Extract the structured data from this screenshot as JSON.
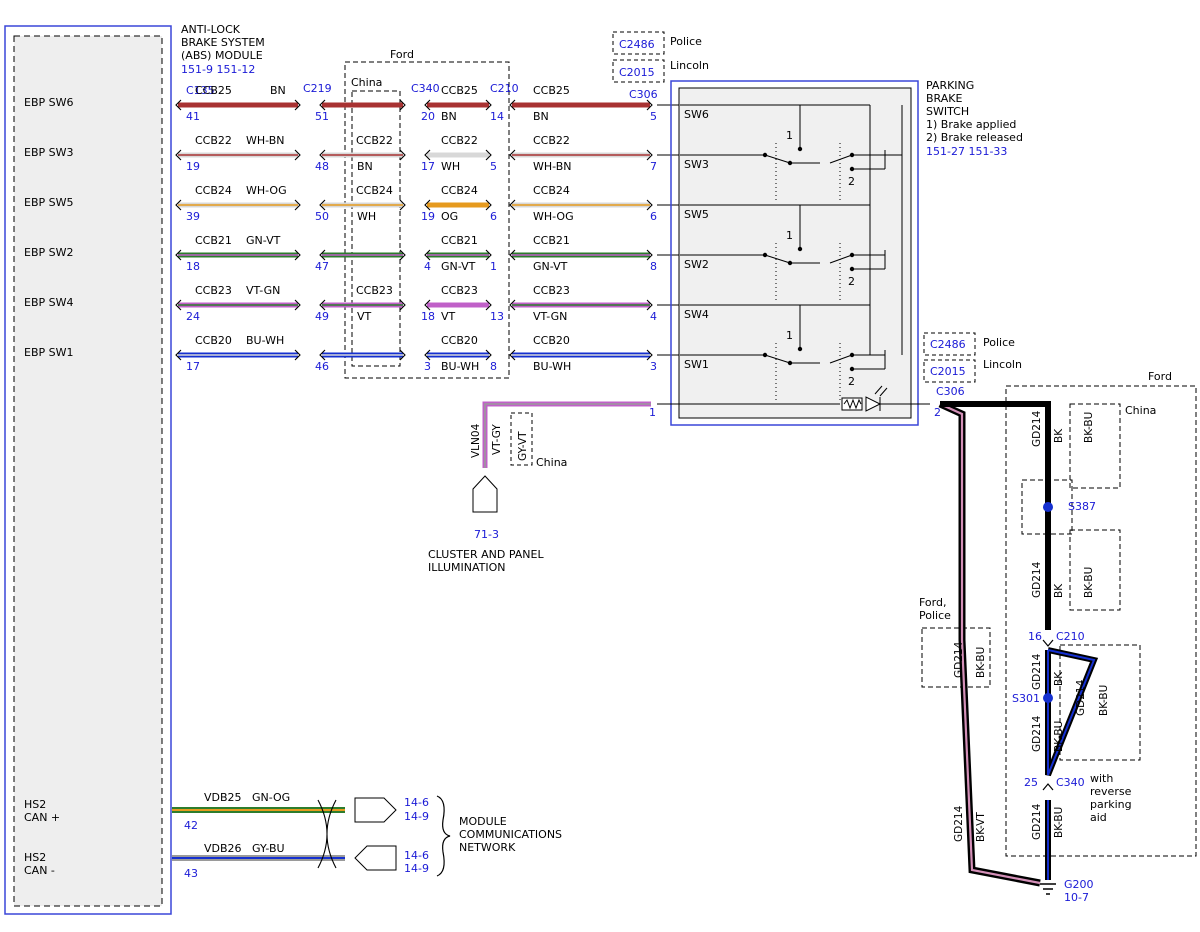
{
  "colors": {
    "blue_box": "#3a46d8",
    "connector_num": "#1a1ad6",
    "BN": "#a83232",
    "WH": "#d8d8d8",
    "OG": "#e69a1e",
    "GN": "#2d7d2d",
    "VT": "#c060c8",
    "BU": "#1530d0",
    "BK": "#000000",
    "GY": "#9a9a9a",
    "PK": "#d490b8"
  },
  "abs_module": {
    "title_lines": [
      "ANTI-LOCK",
      "BRAKE SYSTEM",
      "(ABS) MODULE"
    ],
    "refs": "151-9   151-12",
    "pins": [
      "EBP SW6",
      "EBP SW3",
      "EBP SW5",
      "EBP SW2",
      "EBP SW4",
      "EBP SW1"
    ],
    "can_hi": [
      "HS2",
      "CAN +"
    ],
    "can_lo": [
      "HS2",
      "CAN -"
    ]
  },
  "region_labels": {
    "ford_top": "Ford",
    "china_top": "China",
    "police1": "Police",
    "lincoln1": "Lincoln",
    "police2": "Police",
    "lincoln2": "Lincoln",
    "ford_right": "Ford",
    "china_right": "China",
    "china_bottom": "China",
    "ford_police": [
      "Ford,",
      "Police"
    ],
    "reverse_aid": [
      "with",
      "reverse",
      "parking",
      "aid"
    ]
  },
  "connectors": {
    "c135": "C135",
    "c219": "C219",
    "c340": "C340",
    "c210": "C210",
    "c306": "C306",
    "c2486": "C2486",
    "c2015": "C2015",
    "c306b": "C306",
    "c2486b": "C2486",
    "c2015b": "C2015",
    "c210b": "C210",
    "c340b": "C340"
  },
  "wires": [
    {
      "circuit": "CCB25",
      "color": "BN",
      "p135": "41",
      "p219": "51",
      "mid_circuit": "CCB25",
      "p340": "20",
      "c340_color": "BN",
      "p210": "14",
      "r_circuit": "CCB25",
      "r_color": "BN",
      "p306": "5",
      "china_circuit": "",
      "china_color": ""
    },
    {
      "circuit": "CCB22",
      "color": "WH-BN",
      "p135": "19",
      "p219": "48",
      "mid_circuit": "CCB22",
      "p340": "17",
      "c340_color": "WH",
      "p210": "5",
      "r_circuit": "CCB22",
      "r_color": "WH-BN",
      "p306": "7",
      "china_circuit": "CCB22",
      "china_color": "BN"
    },
    {
      "circuit": "CCB24",
      "color": "WH-OG",
      "p135": "39",
      "p219": "50",
      "mid_circuit": "CCB24",
      "p340": "19",
      "c340_color": "OG",
      "p210": "6",
      "r_circuit": "CCB24",
      "r_color": "WH-OG",
      "p306": "6",
      "china_circuit": "CCB24",
      "china_color": "WH"
    },
    {
      "circuit": "CCB21",
      "color": "GN-VT",
      "p135": "18",
      "p219": "47",
      "mid_circuit": "CCB21",
      "p340": "4",
      "c340_color": "GN-VT",
      "p210": "1",
      "r_circuit": "CCB21",
      "r_color": "GN-VT",
      "p306": "8",
      "china_circuit": "",
      "china_color": ""
    },
    {
      "circuit": "CCB23",
      "color": "VT-GN",
      "p135": "24",
      "p219": "49",
      "mid_circuit": "CCB23",
      "p340": "18",
      "c340_color": "VT",
      "p210": "13",
      "r_circuit": "CCB23",
      "r_color": "VT-GN",
      "p306": "4",
      "china_circuit": "CCB23",
      "china_color": "VT"
    },
    {
      "circuit": "CCB20",
      "color": "BU-WH",
      "p135": "17",
      "p219": "46",
      "mid_circuit": "CCB20",
      "p340": "3",
      "c340_color": "BU-WH",
      "p210": "8",
      "r_circuit": "CCB20",
      "r_color": "BU-WH",
      "p306": "3",
      "china_circuit": "",
      "china_color": ""
    }
  ],
  "switch": {
    "title_lines": [
      "PARKING",
      "BRAKE",
      "SWITCH"
    ],
    "states": [
      "1) Brake applied",
      "2) Brake released"
    ],
    "refs": "151-27  151-33",
    "labels": [
      "SW6",
      "SW3",
      "SW5",
      "SW2",
      "SW4",
      "SW1"
    ],
    "pos1": "1",
    "pos2": "2",
    "pin_illum": "1",
    "pin_gnd": "2"
  },
  "illumination": {
    "circuit": "VLN04",
    "color": "VT-GY",
    "china_color": "GY-VT",
    "ref": "71-3",
    "label_lines": [
      "CLUSTER AND PANEL",
      "ILLUMINATION"
    ]
  },
  "ground": {
    "circuit": "GD214",
    "bk": "BK",
    "bkbu": "BK-BU",
    "bkvt": "BK-VT",
    "s387": "S387",
    "s301": "S301",
    "p16": "16",
    "p25": "25",
    "g200": "G200",
    "g200_ref": "10-7"
  },
  "can": {
    "hi_circuit": "VDB25",
    "hi_color": "GN-OG",
    "hi_pin": "42",
    "lo_circuit": "VDB26",
    "lo_color": "GY-BU",
    "lo_pin": "43",
    "refs_hi": [
      "14-6",
      "14-9"
    ],
    "refs_lo": [
      "14-6",
      "14-9"
    ],
    "network_lines": [
      "MODULE",
      "COMMUNICATIONS",
      "NETWORK"
    ]
  }
}
